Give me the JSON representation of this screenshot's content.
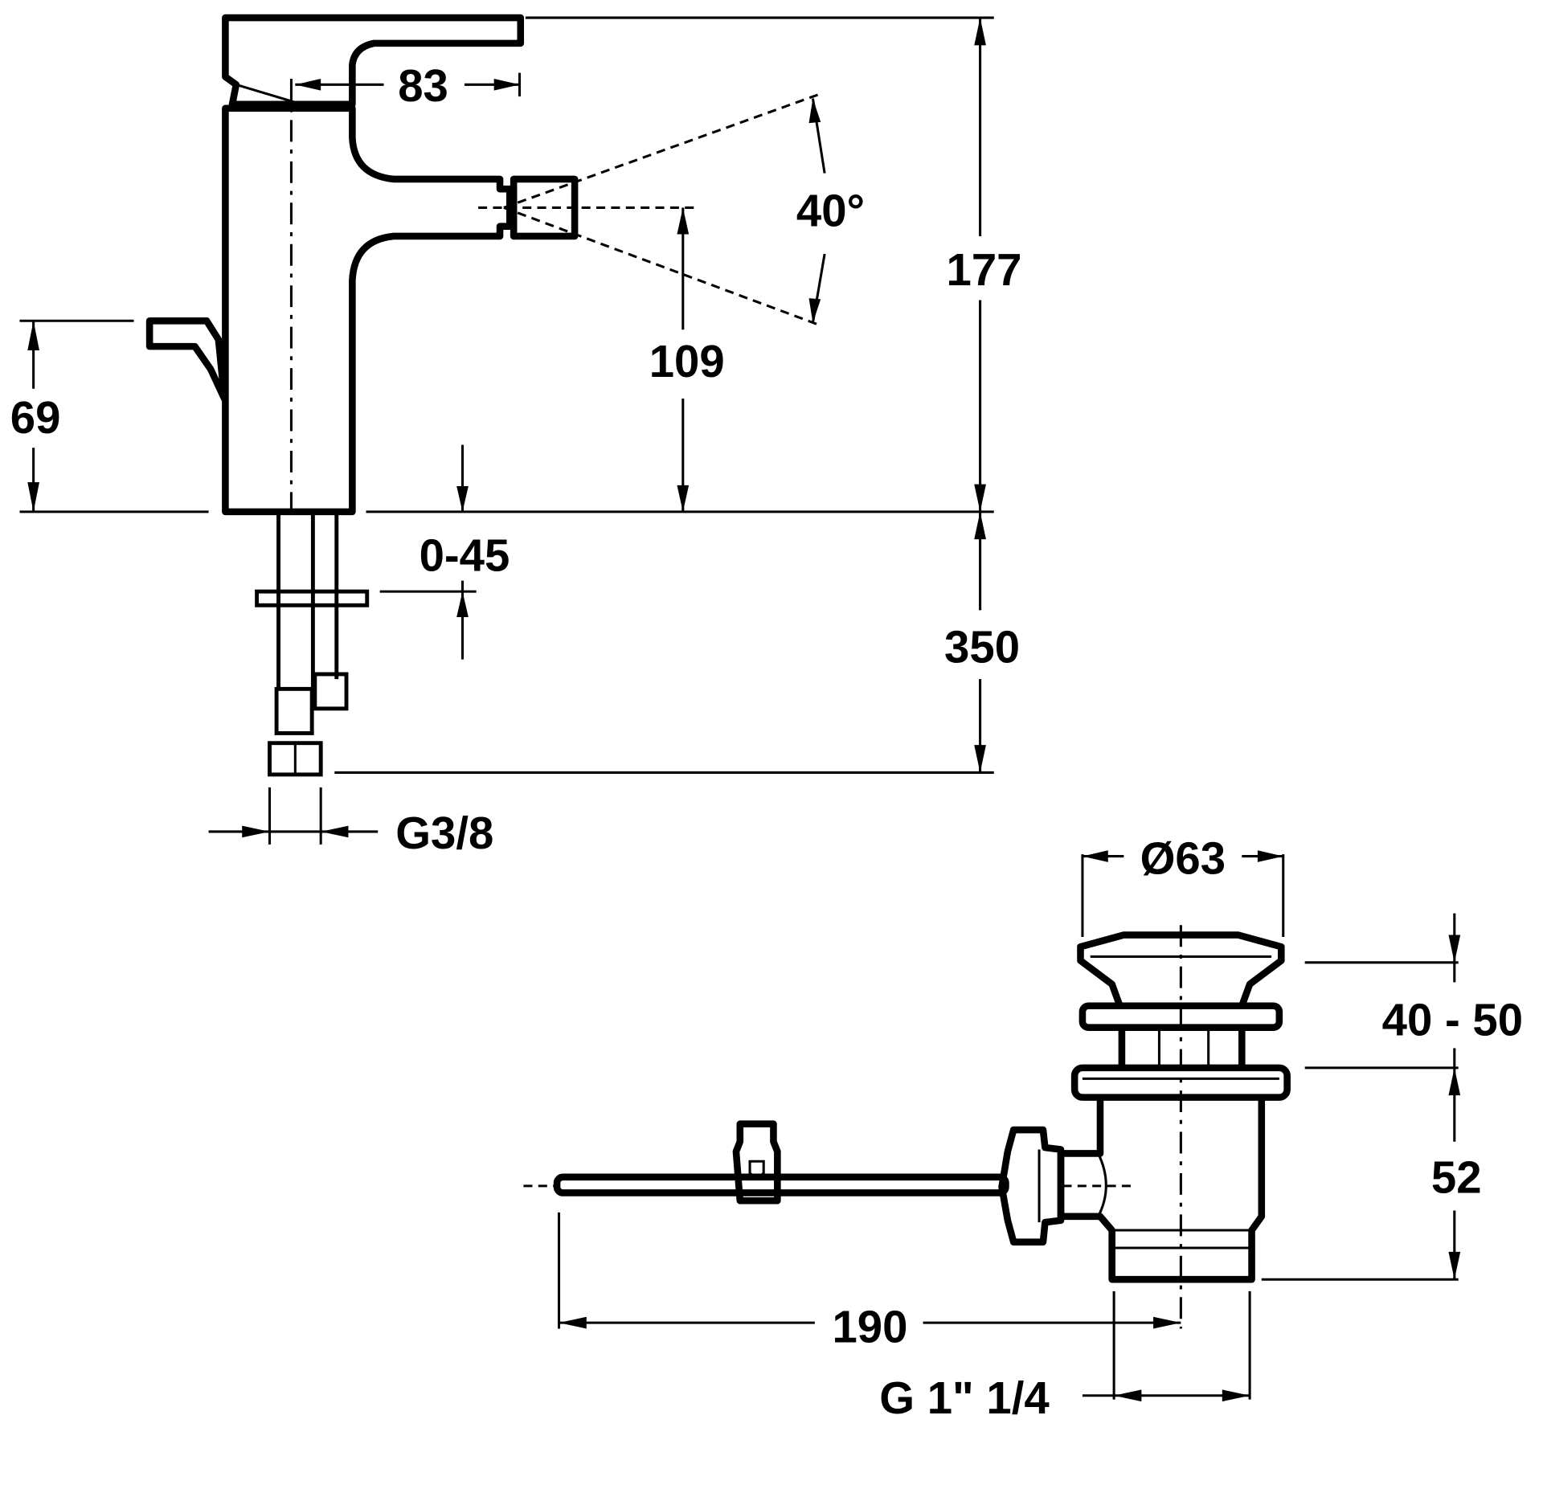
{
  "drawing": {
    "title": "Bidet mixer and pop-up waste technical drawing",
    "faucet": {
      "dimensions": {
        "spout_reach": "83",
        "spray_angle": "40°",
        "overall_height": "177",
        "spout_height": "109",
        "lever_height": "69",
        "deck_thickness": "0-45",
        "hose_length": "350",
        "connection_thread": "G3/8"
      }
    },
    "waste": {
      "dimensions": {
        "plug_diameter": "Ø63",
        "plug_lift": "40 - 50",
        "body_height": "52",
        "rod_length": "190",
        "outlet_thread": "G 1\" 1/4"
      }
    }
  }
}
